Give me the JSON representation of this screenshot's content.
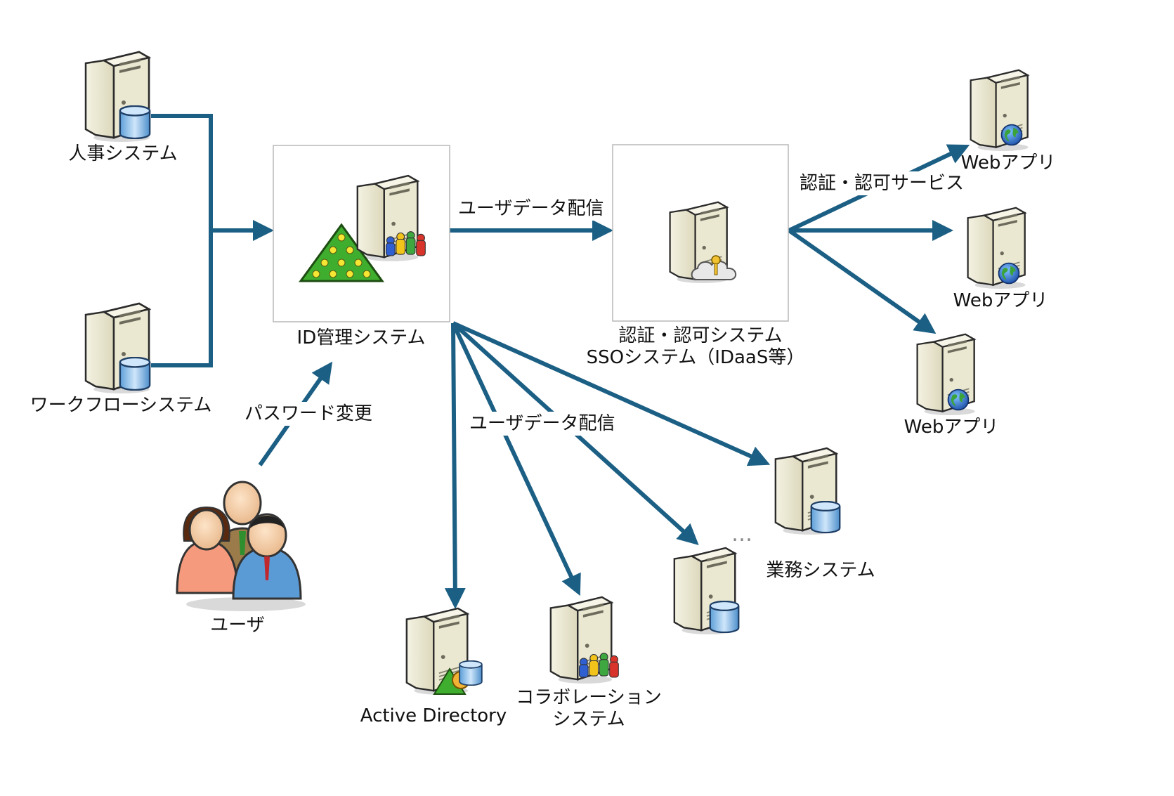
{
  "nodes": {
    "hr_system": {
      "label": "人事システム",
      "icon": "server-database-icon"
    },
    "workflow_system": {
      "label": "ワークフローシステム",
      "icon": "server-database-icon"
    },
    "id_management": {
      "label": "ID管理システム",
      "icon": "server-hierarchy-users-icon"
    },
    "auth_system": {
      "line1": "認証・認可システム",
      "line2": "SSOシステム（IDaaS等）",
      "icon": "server-key-cloud-icon"
    },
    "web_app_1": {
      "label": "Webアプリ",
      "icon": "server-globe-icon"
    },
    "web_app_2": {
      "label": "Webアプリ",
      "icon": "server-globe-icon"
    },
    "web_app_3": {
      "label": "Webアプリ",
      "icon": "server-globe-icon"
    },
    "user": {
      "label": "ユーザ",
      "icon": "users-group-icon"
    },
    "active_directory": {
      "label": "Active Directory",
      "icon": "server-directory-icon"
    },
    "collaboration": {
      "line1": "コラボレーション",
      "line2": "システム",
      "icon": "server-users-icon"
    },
    "business_system": {
      "label": "業務システム",
      "icon": "server-database-icon",
      "ellipsis": "…"
    }
  },
  "edges": {
    "user_data_delivery_top": "ユーザデータ配信",
    "user_data_delivery_bottom": "ユーザデータ配信",
    "password_change": "パスワード変更",
    "auth_service": "認証・認可サービス"
  },
  "colors": {
    "connector": "#1c5f84",
    "server_body": "#efeddb",
    "server_side": "#cfcbb0",
    "box_border": "#b8b8b8"
  }
}
